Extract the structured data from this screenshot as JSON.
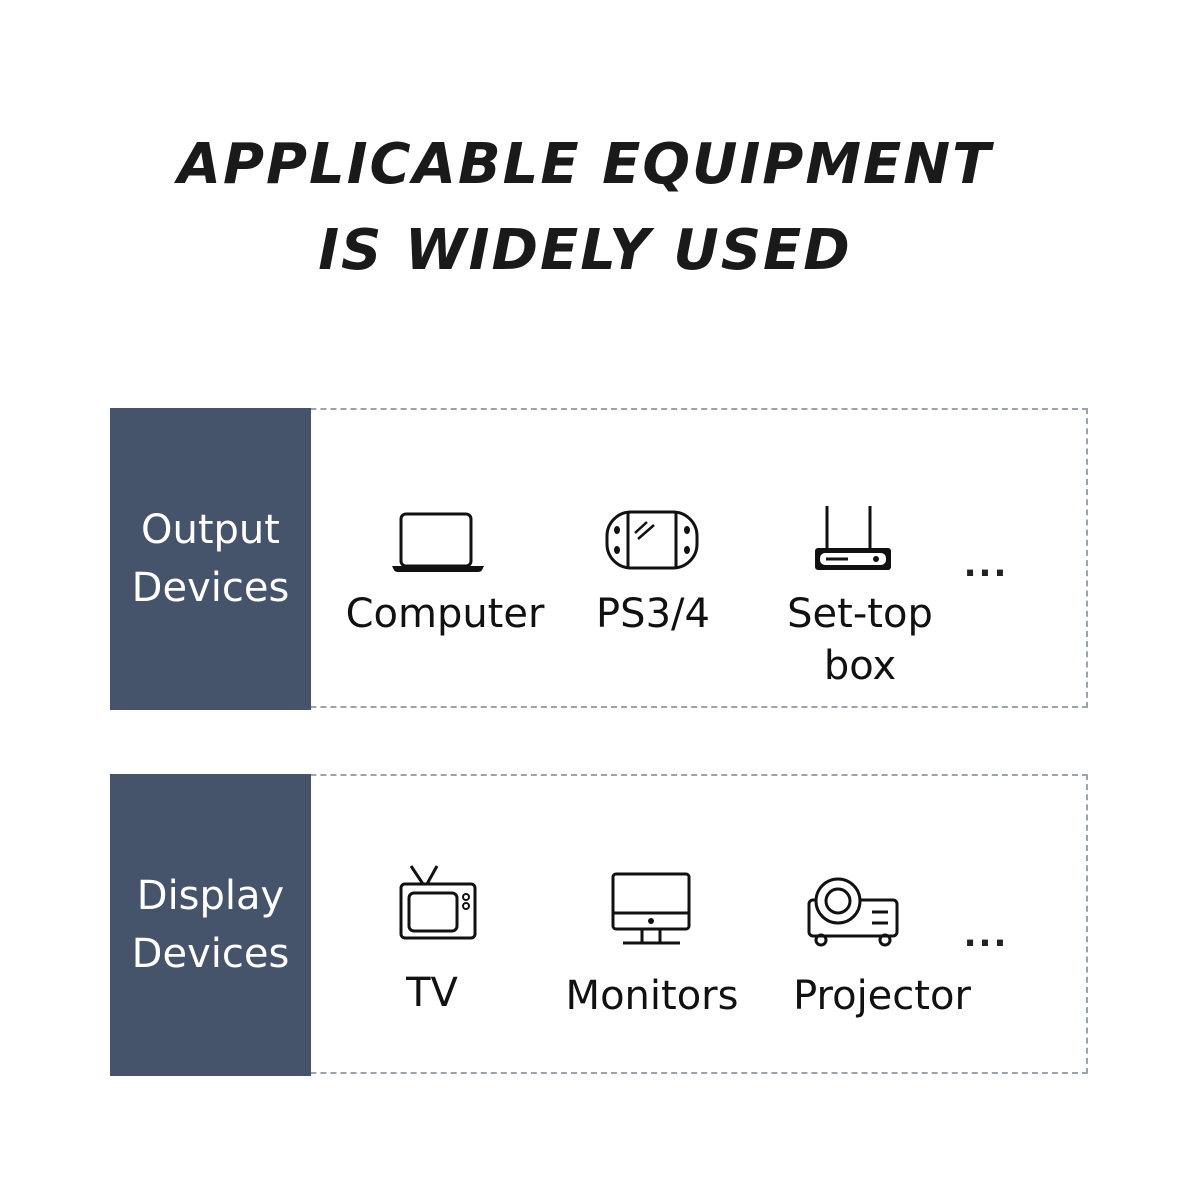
{
  "heading": {
    "line1": "APPLICABLE EQUIPMENT",
    "line2": "IS WIDELY USED"
  },
  "sections": [
    {
      "label_line1": "Output",
      "label_line2": "Devices",
      "items": [
        {
          "label": "Computer",
          "icon": "laptop-icon"
        },
        {
          "label": "PS3/4",
          "icon": "game-console-icon"
        },
        {
          "label_line1": "Set-top",
          "label_line2": "box",
          "icon": "set-top-box-icon"
        }
      ],
      "more": "..."
    },
    {
      "label_line1": "Display",
      "label_line2": "Devices",
      "items": [
        {
          "label": "TV",
          "icon": "tv-icon"
        },
        {
          "label": "Monitors",
          "icon": "monitor-icon"
        },
        {
          "label": "Projector",
          "icon": "projector-icon"
        }
      ],
      "more": "..."
    }
  ],
  "colors": {
    "sidebar": "#45546b",
    "border": "#9aa3ae"
  }
}
